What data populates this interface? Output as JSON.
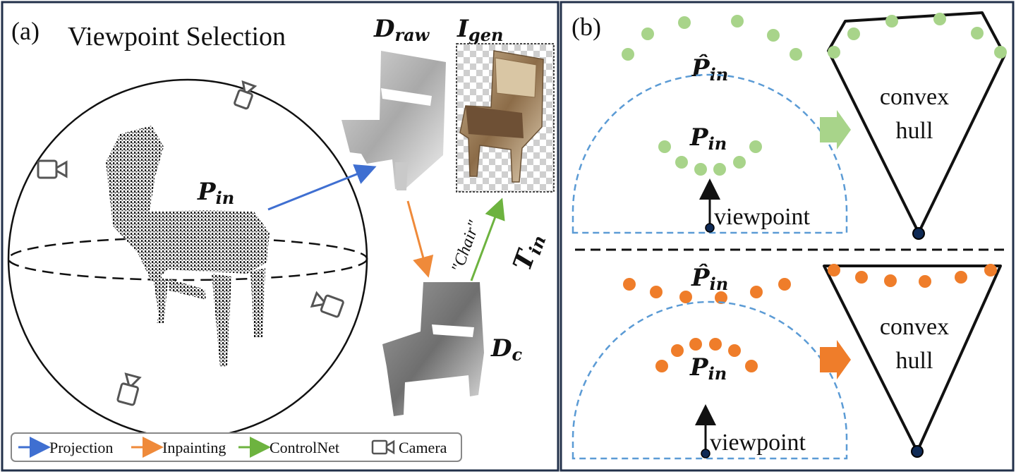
{
  "panel_a": {
    "tag": "(a)",
    "title": "Viewpoint Selection",
    "labels": {
      "p_in_main": "P",
      "p_in_sub": "in",
      "d_raw_main": "D",
      "d_raw_sub": "raw",
      "i_gen_main": "I",
      "i_gen_sub": "gen",
      "d_c_main": "D",
      "d_c_sub": "c",
      "t_in_main": "T",
      "t_in_sub": "in",
      "prompt_text": "\"Chair\""
    },
    "legend": {
      "projection": "Projection",
      "inpainting": "Inpainting",
      "controlnet": "ControlNet",
      "camera": "Camera"
    }
  },
  "panel_b": {
    "tag": "(b)",
    "top": {
      "p_hat_main": "P̂",
      "p_hat_sub": "in",
      "p_in_main": "P",
      "p_in_sub": "in",
      "viewpoint": "viewpoint",
      "hull_line1": "convex",
      "hull_line2": "hull"
    },
    "bottom": {
      "p_hat_main": "P̂",
      "p_hat_sub": "in",
      "p_in_main": "P",
      "p_in_sub": "in",
      "viewpoint": "viewpoint",
      "hull_line1": "convex",
      "hull_line2": "hull"
    }
  },
  "colors": {
    "projection": "#3f6fd1",
    "inpainting": "#ef8a3a",
    "controlnet": "#6db33f",
    "green_point": "#a8d48a",
    "orange_point": "#ef7d2a",
    "dashed_blue": "#5b9bd5",
    "border": "#22304a"
  }
}
